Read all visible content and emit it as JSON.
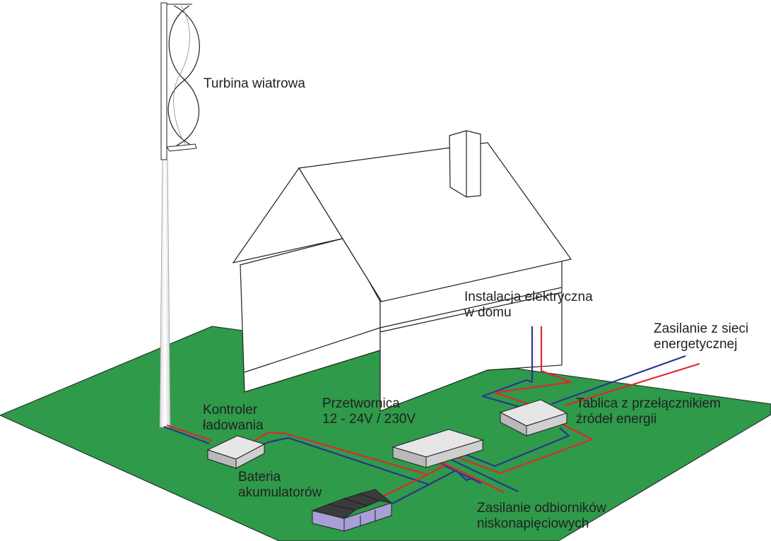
{
  "labels": {
    "wind_turbine": "Turbina wiatrowa",
    "house_wiring": [
      "Instalacja elektryczna",
      "w domu"
    ],
    "grid_supply": [
      "Zasilanie z sieci",
      "energetycznej"
    ],
    "switch_panel": [
      "Tablica z przełącznikiem",
      "źródeł energii"
    ],
    "inverter": [
      "Przetwornica",
      "12 - 24V / 230V"
    ],
    "charge_controller": [
      "Kontroler",
      "ładowania"
    ],
    "battery_bank": [
      "Bateria",
      "akumulatorów"
    ],
    "low_voltage_supply": [
      "Zasilanie odbiorników",
      "niskonapięciowych"
    ]
  },
  "colors": {
    "ground": "#2e9a4a",
    "wire_positive": "#e0282e",
    "wire_negative": "#2b3590",
    "outline": "#231f20",
    "device_top": "#e6e6e6",
    "device_side": "#b9b9b9",
    "battery_top": "#3b3b3b",
    "battery_side": "#a79fd6"
  }
}
